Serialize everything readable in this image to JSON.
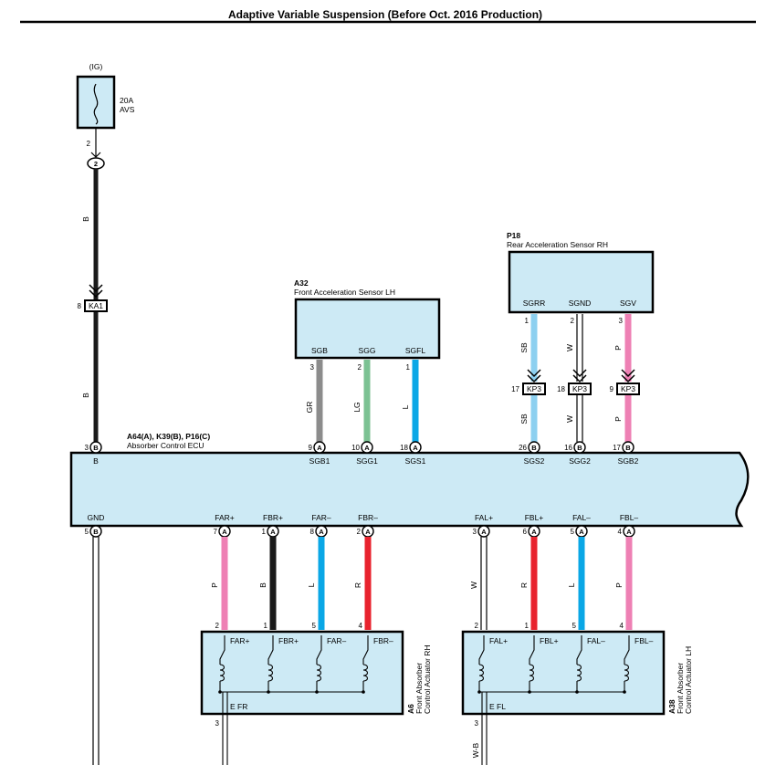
{
  "title": "Adaptive Variable Suspension (Before Oct. 2016 Production)",
  "fuse": {
    "source": "(IG)",
    "rating": "20A",
    "name": "AVS",
    "pin": "2",
    "junction": "2"
  },
  "kA1": {
    "pin": "8",
    "label": "KA1"
  },
  "colors": {
    "B": "#1a1a1a",
    "GR": "#8c8c8c",
    "LG": "#7cc293",
    "L": "#0aa7e6",
    "SB": "#8dd0f0",
    "W": "#ffffff",
    "P": "#ee80b4",
    "R": "#e8232e",
    "fill": "#cdeaf5"
  },
  "wire_codes": {
    "B": "B",
    "GR": "GR",
    "LG": "LG",
    "L": "L",
    "SB": "SB",
    "W": "W",
    "P": "P",
    "R": "R",
    "WB": "W-B"
  },
  "a32": {
    "id": "A32",
    "name": "Front Acceleration Sensor LH",
    "pins": [
      {
        "label": "SGB",
        "num": "3"
      },
      {
        "label": "SGG",
        "num": "2"
      },
      {
        "label": "SGFL",
        "num": "1"
      }
    ]
  },
  "p18": {
    "id": "P18",
    "name": "Rear Acceleration Sensor RH",
    "pins": [
      {
        "label": "SGRR",
        "num": "1"
      },
      {
        "label": "SGND",
        "num": "2"
      },
      {
        "label": "SGV",
        "num": "3"
      }
    ]
  },
  "kp3": {
    "label": "KP3",
    "pins": [
      "17",
      "18",
      "9"
    ]
  },
  "ecu": {
    "id": "A64(A), K39(B), P16(C)",
    "name": "Absorber Control ECU",
    "top_pins": [
      {
        "num": "3",
        "conn": "B",
        "label": "B"
      },
      {
        "num": "9",
        "conn": "A",
        "label": "SGB1"
      },
      {
        "num": "10",
        "conn": "A",
        "label": "SGG1"
      },
      {
        "num": "18",
        "conn": "A",
        "label": "SGS1"
      },
      {
        "num": "26",
        "conn": "B",
        "label": "SGS2"
      },
      {
        "num": "16",
        "conn": "B",
        "label": "SGG2"
      },
      {
        "num": "17",
        "conn": "B",
        "label": "SGB2"
      }
    ],
    "bottom_pins": [
      {
        "num": "5",
        "conn": "B",
        "label": "GND"
      },
      {
        "num": "7",
        "conn": "A",
        "label": "FAR+"
      },
      {
        "num": "1",
        "conn": "A",
        "label": "FBR+"
      },
      {
        "num": "8",
        "conn": "A",
        "label": "FAR–"
      },
      {
        "num": "2",
        "conn": "A",
        "label": "FBR–"
      },
      {
        "num": "3",
        "conn": "A",
        "label": "FAL+"
      },
      {
        "num": "6",
        "conn": "A",
        "label": "FBL+"
      },
      {
        "num": "5",
        "conn": "A",
        "label": "FAL–"
      },
      {
        "num": "4",
        "conn": "A",
        "label": "FBL–"
      }
    ]
  },
  "a6": {
    "id": "A6",
    "name_line1": "Front Absorber",
    "name_line2": "Control Actuator RH",
    "pins": [
      {
        "num": "2",
        "label": "FAR+"
      },
      {
        "num": "1",
        "label": "FBR+"
      },
      {
        "num": "5",
        "label": "FAR–"
      },
      {
        "num": "4",
        "label": "FBR–"
      }
    ],
    "ground": "E FR",
    "ground_pin": "3"
  },
  "a38": {
    "id": "A38",
    "name_line1": "Front Absorber",
    "name_line2": "Control Actuator LH",
    "pins": [
      {
        "num": "2",
        "label": "FAL+"
      },
      {
        "num": "1",
        "label": "FBL+"
      },
      {
        "num": "5",
        "label": "FAL–"
      },
      {
        "num": "4",
        "label": "FBL–"
      }
    ],
    "ground": "E FL",
    "ground_pin": "3"
  }
}
